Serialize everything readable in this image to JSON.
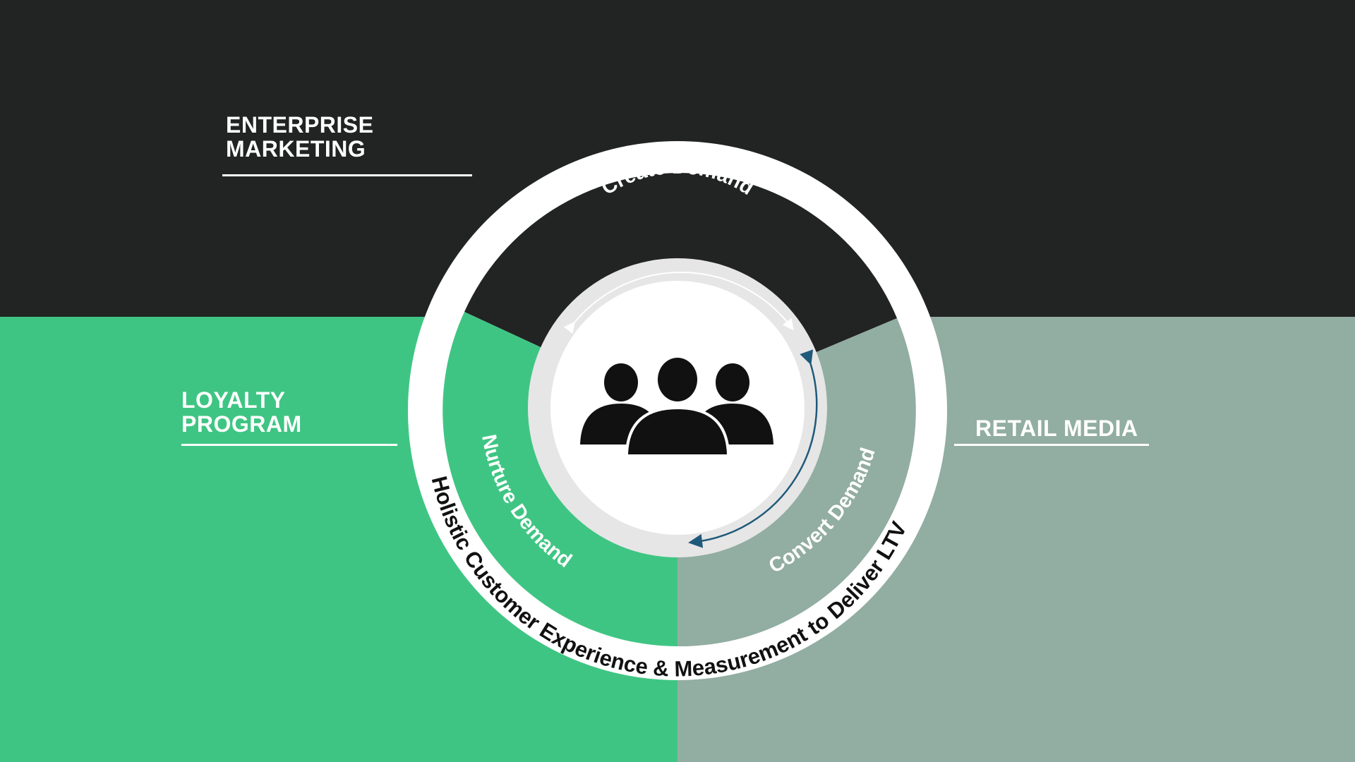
{
  "quadrants": {
    "top": {
      "color": "#222323"
    },
    "left": {
      "color": "#3fc583"
    },
    "right": {
      "color": "#92ada2"
    }
  },
  "labels": {
    "enterprise": {
      "line1": "ENTERPRISE",
      "line2": "MARKETING"
    },
    "loyalty": {
      "line1": "LOYALTY",
      "line2": "PROGRAM"
    },
    "retail": {
      "line1": "RETAIL MEDIA"
    }
  },
  "cycle": {
    "create": "Create Demand",
    "nurture": "Nurture Demand",
    "convert": "Convert Demand",
    "outer_ring": "Holistic Customer Experience & Measurement to Deliver LTV"
  },
  "center": {
    "icon": "people-group-icon"
  },
  "colors": {
    "ring": "#ffffff",
    "inner_ring": "#e6e6e6",
    "arrow_accent": "#1f5a7a"
  }
}
